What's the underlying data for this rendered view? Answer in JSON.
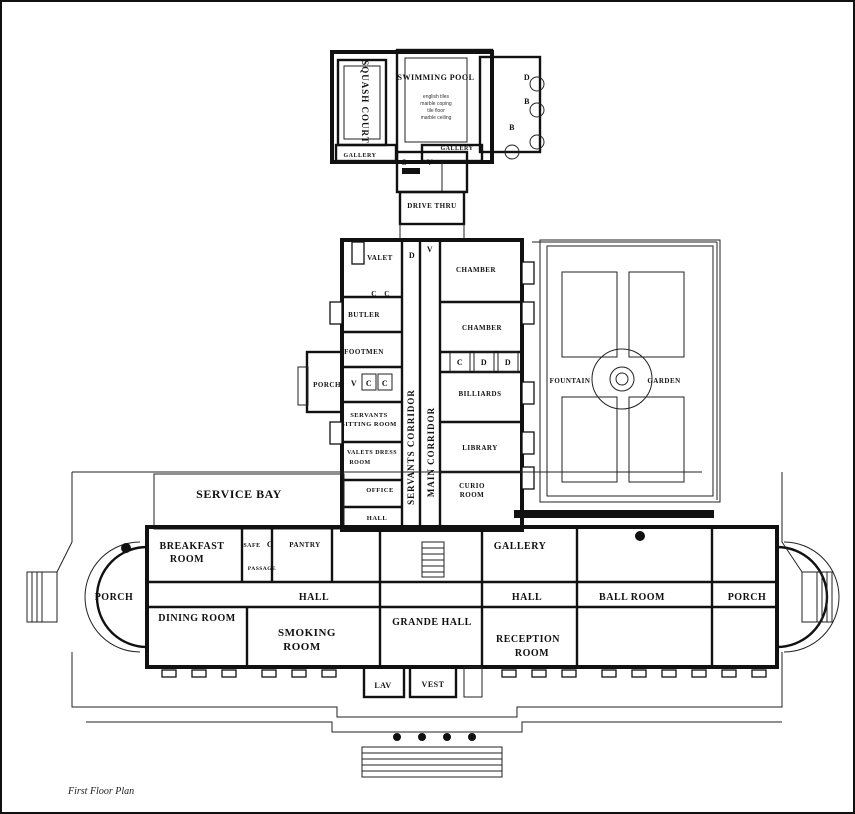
{
  "caption": "First Floor Plan",
  "rooms": {
    "squash_court": "SQUASH COURT",
    "swimming_pool": "SWIMMING POOL",
    "pool_note_1": "english tiles",
    "pool_note_2": "marble coping",
    "pool_note_3": "tile floor",
    "pool_note_4": "marble ceiling",
    "gallery_a": "GALLERY",
    "gallery_b": "GALLERY",
    "drive_thru": "DRIVE THRU",
    "valet": "VALET",
    "chamber_1": "CHAMBER",
    "chamber_2": "CHAMBER",
    "butler": "BUTLER",
    "footmen": "FOOTMEN",
    "porch_service": "PORCH",
    "servants_sitting_room_1": "SERVANTS",
    "servants_sitting_room_2": "SITTING ROOM",
    "valets_dress_room_1": "VALETS DRESS",
    "valets_dress_room_2": "ROOM",
    "office": "OFFICE",
    "hall_small": "HALL",
    "servants_corridor": "SERVANTS CORRIDOR",
    "main_corridor": "MAIN CORRIDOR",
    "billiards": "BILLIARDS",
    "library": "LIBRARY",
    "curio_room_1": "CURIO",
    "curio_room_2": "ROOM",
    "fountain": "FOUNTAIN",
    "garden": "GARDEN",
    "service_bay": "SERVICE BAY",
    "breakfast_room_1": "BREAKFAST",
    "breakfast_room_2": "ROOM",
    "safe": "SAFE",
    "pantry": "PANTRY",
    "passage": "PASSAGE",
    "gallery_main": "GALLERY",
    "porch_west": "PORCH",
    "porch_east": "PORCH",
    "hall_west": "HALL",
    "hall_east": "HALL",
    "ball_room": "BALL ROOM",
    "dining_room": "DINING ROOM",
    "smoking_room_1": "SMOKING",
    "smoking_room_2": "ROOM",
    "grande_hall": "GRANDE HALL",
    "reception_room_1": "RECEPTION",
    "reception_room_2": "ROOM",
    "lav": "LAV",
    "vest": "VEST"
  },
  "closets": [
    "C",
    "V",
    "D",
    "B",
    "B",
    "D",
    "C",
    "C",
    "V",
    "C",
    "C",
    "C",
    "D",
    "D",
    "V",
    "C"
  ]
}
